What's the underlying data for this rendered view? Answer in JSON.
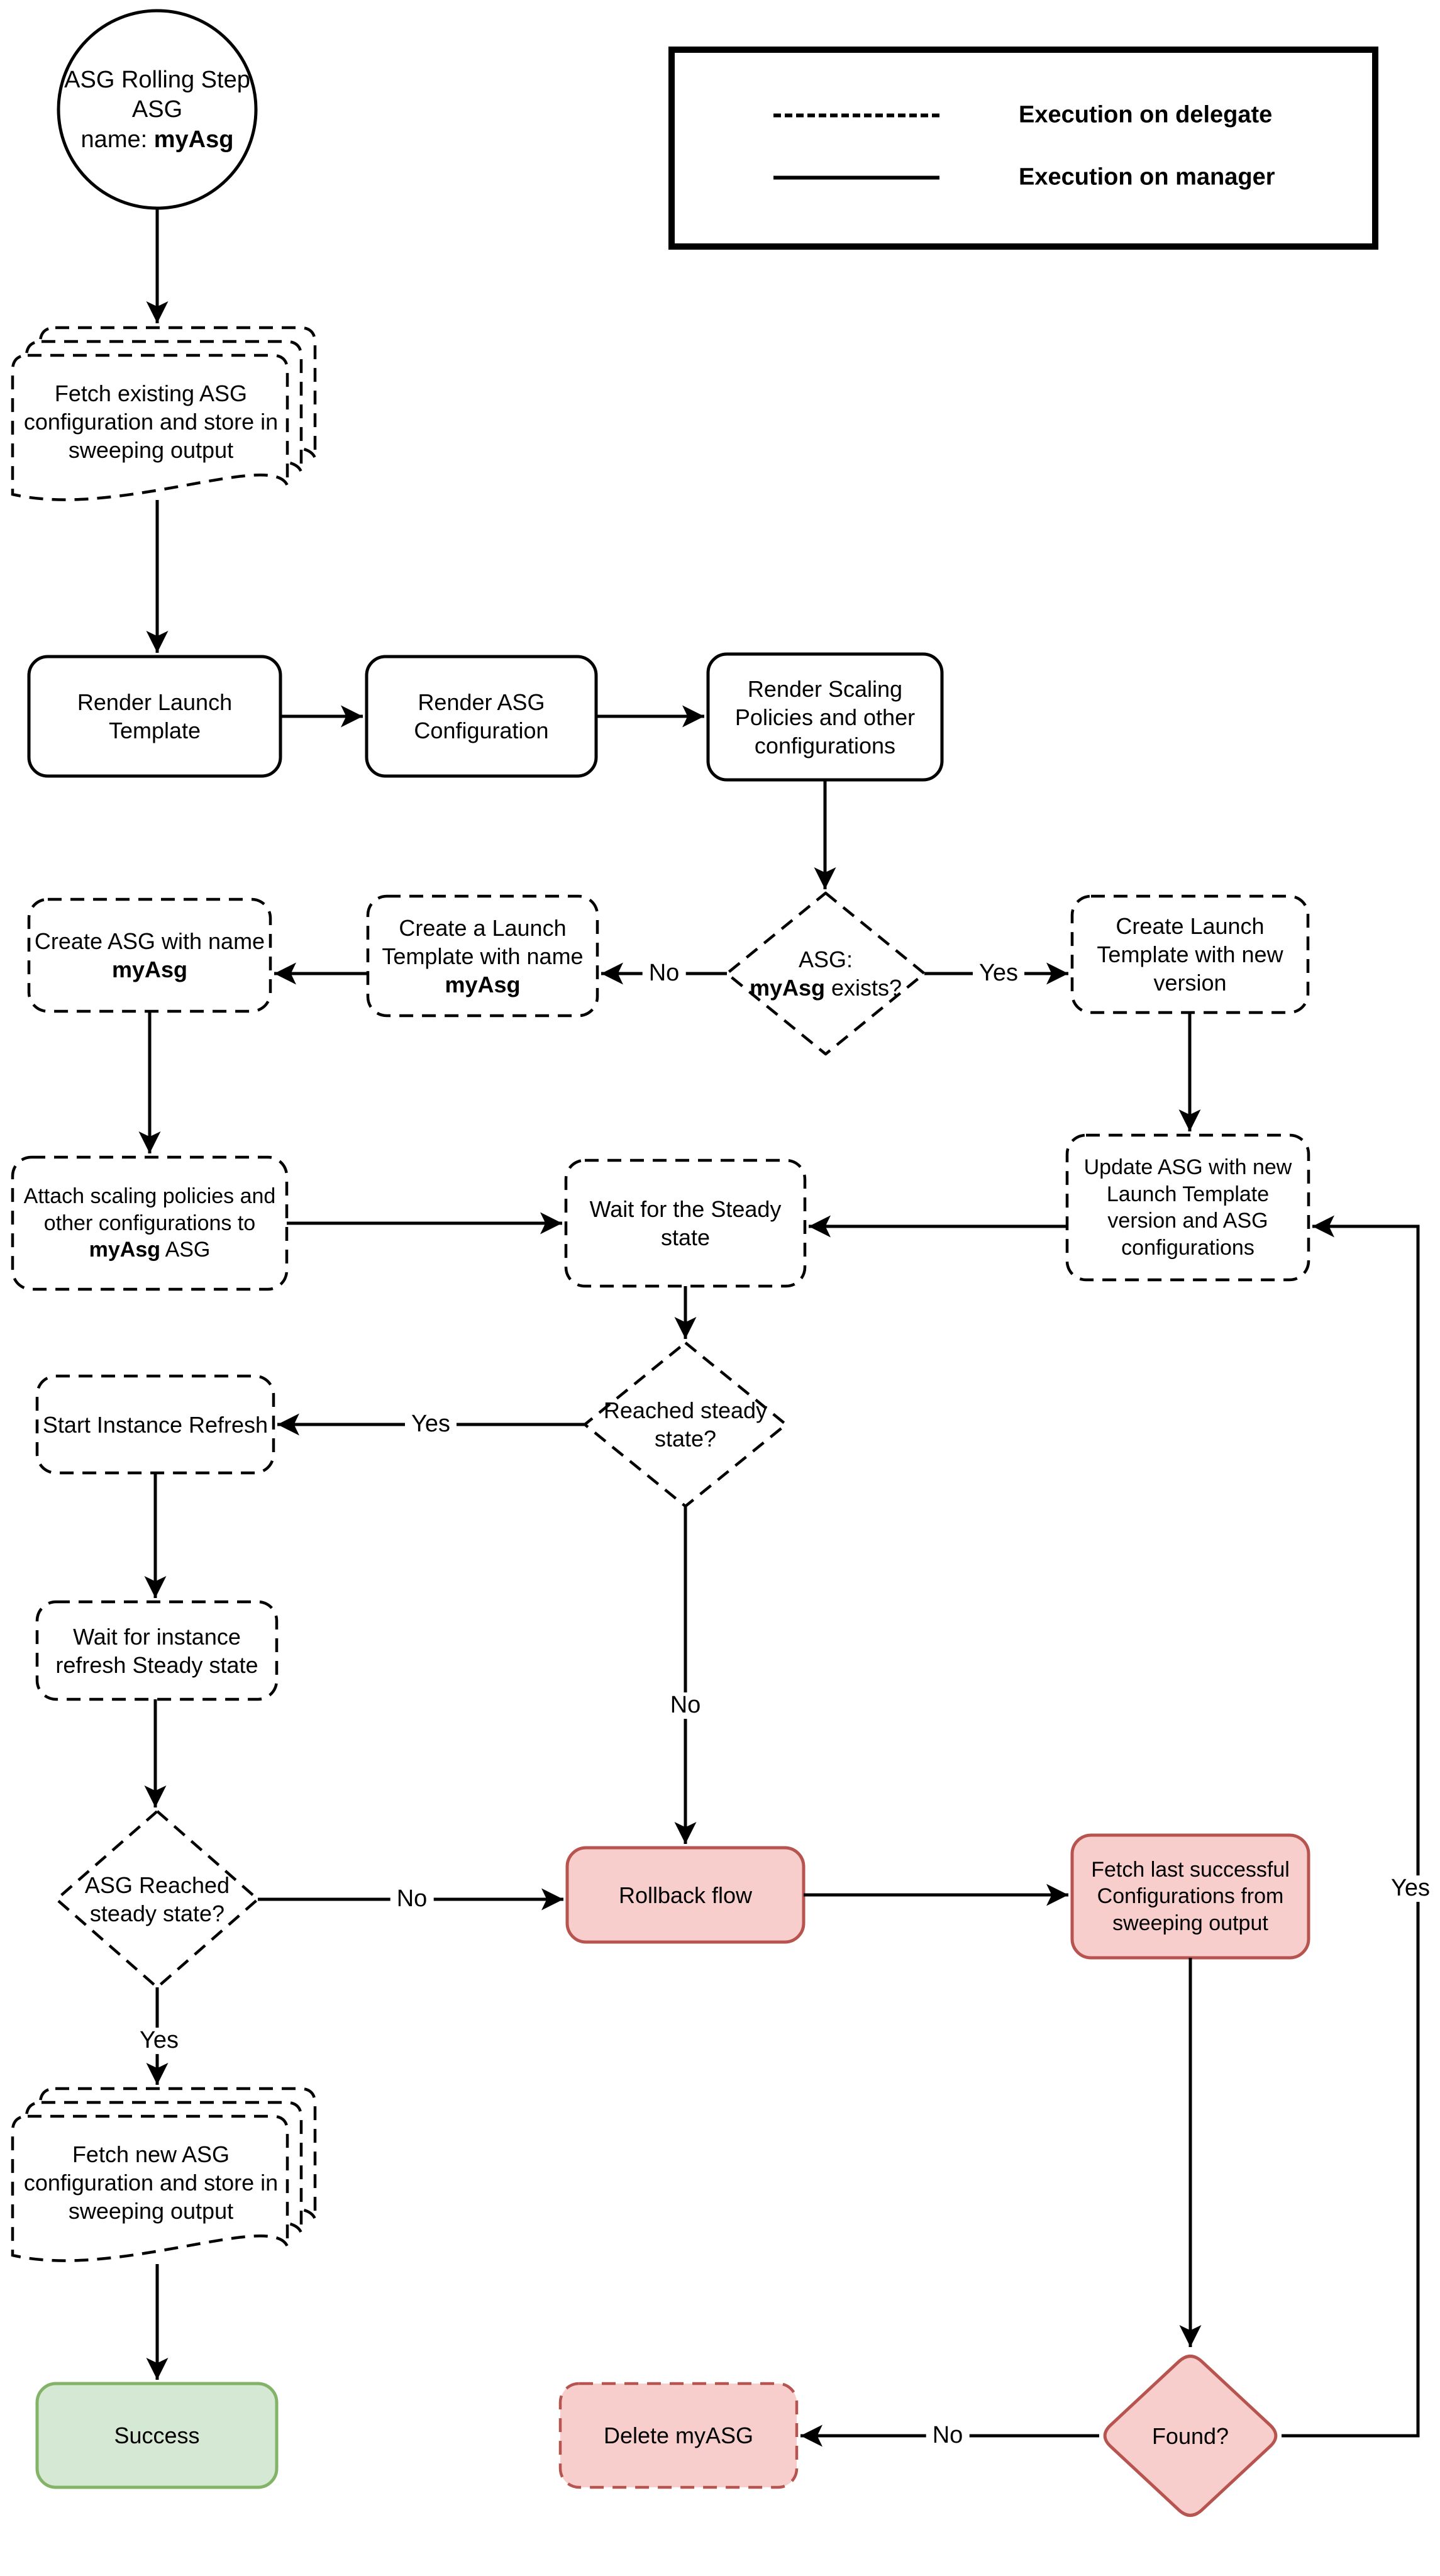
{
  "legend": {
    "delegate_label": "Execution on delegate",
    "manager_label": "Execution on manager"
  },
  "nodes": {
    "start": {
      "line1": "ASG Rolling Step",
      "line2": "ASG",
      "line3_prefix": "name: ",
      "line3_bold": "myAsg"
    },
    "fetch_existing": {
      "text": "Fetch existing ASG configuration and store in sweeping output"
    },
    "render_launch_template": {
      "text": "Render Launch Template"
    },
    "render_asg_configuration": {
      "text": "Render ASG Configuration"
    },
    "render_scaling_policies": {
      "text": "Render Scaling Policies and other configurations"
    },
    "asg_exists": {
      "prefix": "ASG:",
      "bold": "myAsg",
      "suffix": " exists?"
    },
    "create_launch_template_named": {
      "prefix": "Create a Launch Template with name ",
      "bold": "myAsg"
    },
    "create_asg_named": {
      "prefix": "Create ASG with name ",
      "bold": "myAsg"
    },
    "create_launch_template_new": {
      "text": "Create Launch Template with new version"
    },
    "attach_scaling_policies": {
      "prefix": "Attach scaling policies and other configurations to ",
      "bold": "myAsg",
      "suffix": " ASG"
    },
    "wait_steady": {
      "text": "Wait for the Steady state"
    },
    "update_asg": {
      "text": "Update ASG with new Launch Template version and ASG configurations"
    },
    "reached_steady": {
      "text": "Reached steady state?"
    },
    "start_instance_refresh": {
      "text": "Start Instance Refresh"
    },
    "wait_instance_refresh": {
      "text": "Wait for instance refresh Steady state"
    },
    "asg_reached_steady": {
      "text": "ASG Reached steady state?"
    },
    "rollback_flow": {
      "text": "Rollback flow"
    },
    "fetch_last_successful": {
      "text": "Fetch last successful Configurations from sweeping output"
    },
    "fetch_new": {
      "text": "Fetch new ASG configuration and store in sweeping output"
    },
    "success": {
      "text": "Success"
    },
    "delete_myasg": {
      "text": "Delete myASG"
    },
    "found": {
      "text": "Found?"
    }
  },
  "edge_labels": {
    "asg_exists_no": "No",
    "asg_exists_yes": "Yes",
    "reached_steady_yes": "Yes",
    "reached_steady_no": "No",
    "asg_reached_no": "No",
    "asg_reached_yes": "Yes",
    "found_no": "No",
    "found_yes": "Yes"
  },
  "colors": {
    "line": "#000000",
    "danger_fill": "#f8cecc",
    "danger_stroke": "#b85450",
    "success_fill": "#d5e8d4",
    "success_stroke": "#82b366"
  }
}
